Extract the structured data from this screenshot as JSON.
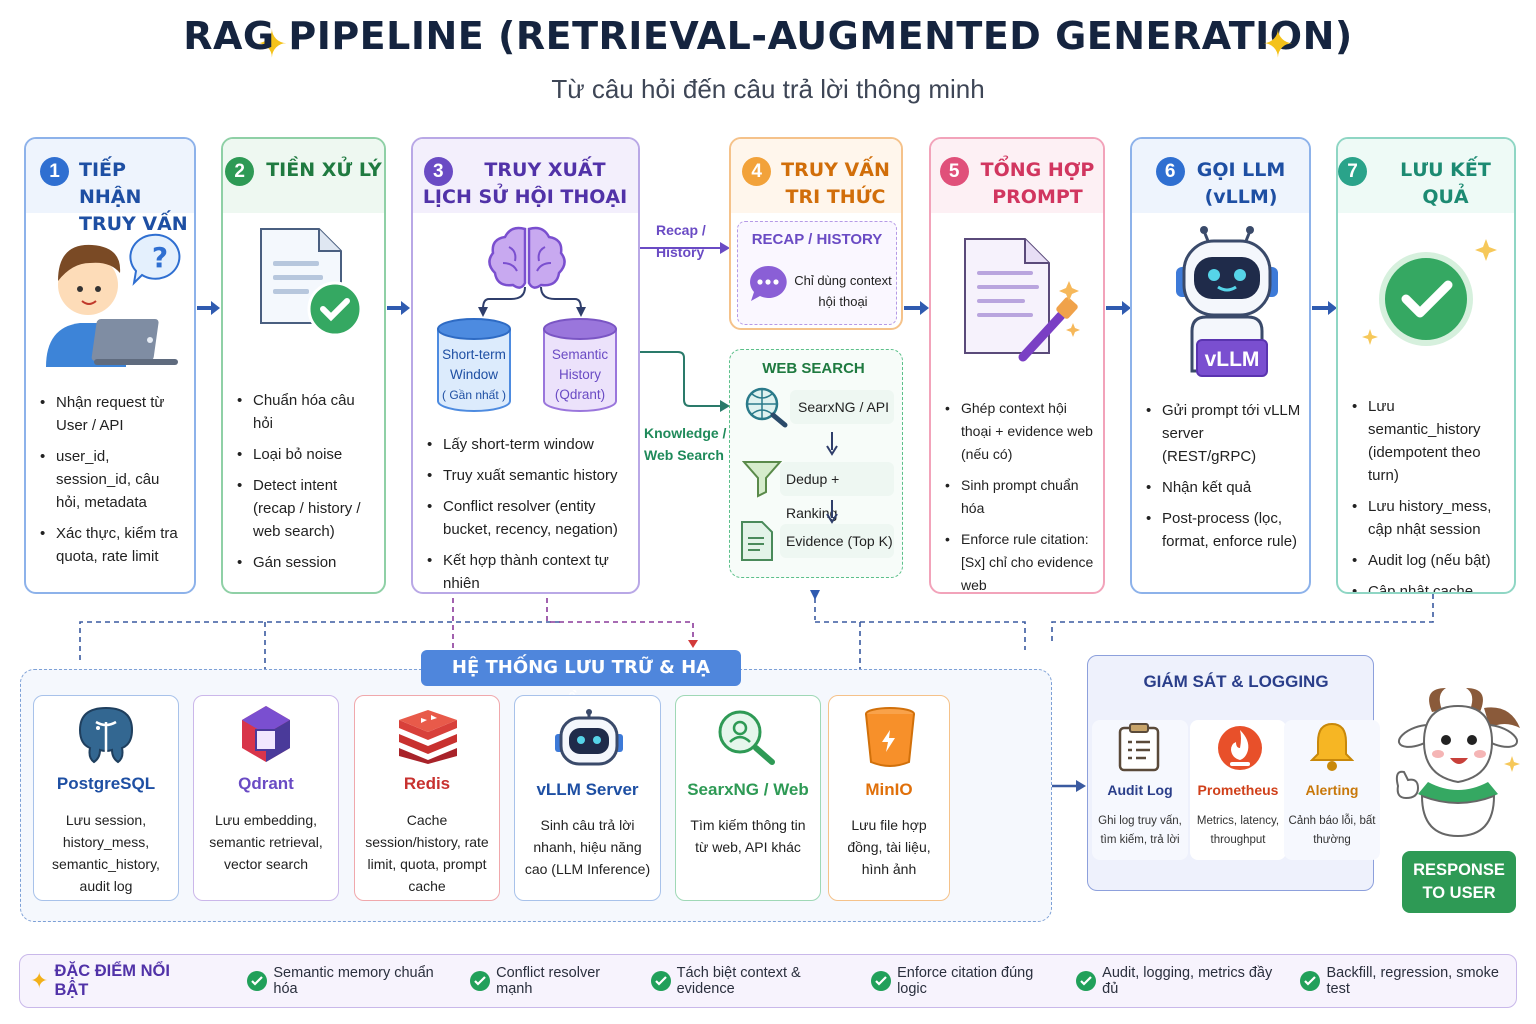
{
  "title": "RAG PIPELINE (RETRIEVAL-AUGMENTED GENERATION)",
  "subtitle": "Từ câu hỏi đến câu trả lời thông minh",
  "colors": {
    "stage1": "#2f6fd1",
    "stage2": "#2e9a55",
    "stage3": "#6a4bc4",
    "stage4": "#ef8a16",
    "stage5": "#e0507a",
    "stage6": "#2f6fd1",
    "stage7": "#2aa38a"
  },
  "stages": [
    {
      "num": "1",
      "title1": "TIẾP NHẬN",
      "title2": "TRUY VẤN",
      "icon": "user-laptop-icon",
      "bullets": [
        "Nhận request từ User / API",
        "user_id, session_id, câu hỏi, metadata",
        "Xác thực, kiểm tra quota, rate limit"
      ]
    },
    {
      "num": "2",
      "title1": "TIỀN XỬ LÝ",
      "title2": "",
      "icon": "document-check-icon",
      "bullets": [
        "Chuẩn hóa câu hỏi",
        "Loại bỏ noise",
        "Detect intent (recap / history / web search)",
        "Gán session"
      ]
    },
    {
      "num": "3",
      "title1": "TRUY XUẤT",
      "title2": "LỊCH SỬ HỘI THOẠI",
      "icon": "brain-icon",
      "db1": {
        "name": "Short-term Window",
        "sub": "( Gần nhất )"
      },
      "db2": {
        "name": "Semantic History",
        "sub": "(Qdrant)"
      },
      "bullets": [
        "Lấy short-term window",
        "Truy xuất semantic history",
        "Conflict resolver (entity bucket, recency, negation)",
        "Kết hợp thành context tự nhiên"
      ]
    },
    {
      "num": "4",
      "title1": "TRUY VẤN",
      "title2": "TRI THỨC",
      "recap_title": "RECAP / HISTORY",
      "recap_text": "Chỉ dùng context hội thoại",
      "web_title": "WEB SEARCH",
      "web_steps": [
        "SearxNG / API",
        "Dedup + Ranking",
        "Evidence (Top K)"
      ]
    },
    {
      "num": "5",
      "title1": "TỔNG HỢP",
      "title2": "PROMPT",
      "icon": "prompt-document-icon",
      "bullets": [
        "Ghép context hội thoại + evidence web (nếu có)",
        "Sinh prompt chuẩn hóa",
        "Enforce rule citation: [Sx] chỉ cho evidence web"
      ]
    },
    {
      "num": "6",
      "title1": "GỌI LLM",
      "title2": "(vLLM)",
      "icon": "robot-icon",
      "badge": "vLLM",
      "bullets": [
        "Gửi prompt tới vLLM server (REST/gRPC)",
        "Nhận kết quả",
        "Post-process (lọc, format, enforce rule)"
      ]
    },
    {
      "num": "7",
      "title1": "LƯU KẾT QUẢ",
      "title2": "",
      "icon": "check-circle-icon",
      "bullets": [
        "Lưu semantic_history (idempotent theo turn)",
        "Lưu history_mess, cập nhật session",
        "Audit log (nếu bật)",
        "Cập nhật cache Redis"
      ]
    }
  ],
  "branch_labels": {
    "recap": "Recap / History",
    "knowledge": "Knowledge / Web Search"
  },
  "storage": {
    "title": "HỆ THỐNG LƯU TRỮ & HẠ TẦNG",
    "items": [
      {
        "name": "PostgreSQL",
        "icon": "postgresql-icon",
        "desc": "Lưu session, history_mess, semantic_history, audit log"
      },
      {
        "name": "Qdrant",
        "icon": "qdrant-icon",
        "desc": "Lưu embedding, semantic retrieval, vector search"
      },
      {
        "name": "Redis",
        "icon": "redis-icon",
        "desc": "Cache session/history, rate limit, quota, prompt cache"
      },
      {
        "name": "vLLM Server",
        "icon": "robot-icon",
        "desc": "Sinh câu trả lời nhanh, hiệu năng cao (LLM Inference)"
      },
      {
        "name": "SearxNG / Web",
        "icon": "search-globe-icon",
        "desc": "Tìm kiếm thông tin từ web, API khác"
      },
      {
        "name": "MinIO",
        "icon": "bucket-icon",
        "desc": "Lưu file hợp đồng, tài liệu, hình ảnh"
      }
    ]
  },
  "monitoring": {
    "title": "GIÁM SÁT & LOGGING",
    "items": [
      {
        "name": "Audit Log",
        "icon": "clipboard-icon",
        "desc": "Ghi log truy vấn, tìm kiếm, trả lời"
      },
      {
        "name": "Prometheus",
        "icon": "prometheus-flame-icon",
        "desc": "Metrics, latency, throughput"
      },
      {
        "name": "Alerting",
        "icon": "bell-icon",
        "desc": "Cảnh báo lỗi, bất thường"
      }
    ]
  },
  "response_button": {
    "line1": "RESPONSE",
    "line2": "TO USER"
  },
  "features": {
    "title": "ĐẶC ĐIỂM NỔI BẬT",
    "items": [
      "Semantic memory chuẩn hóa",
      "Conflict resolver mạnh",
      "Tách biệt context & evidence",
      "Enforce citation đúng logic",
      "Audit, logging, metrics đầy đủ",
      "Backfill, regression, smoke test"
    ]
  }
}
